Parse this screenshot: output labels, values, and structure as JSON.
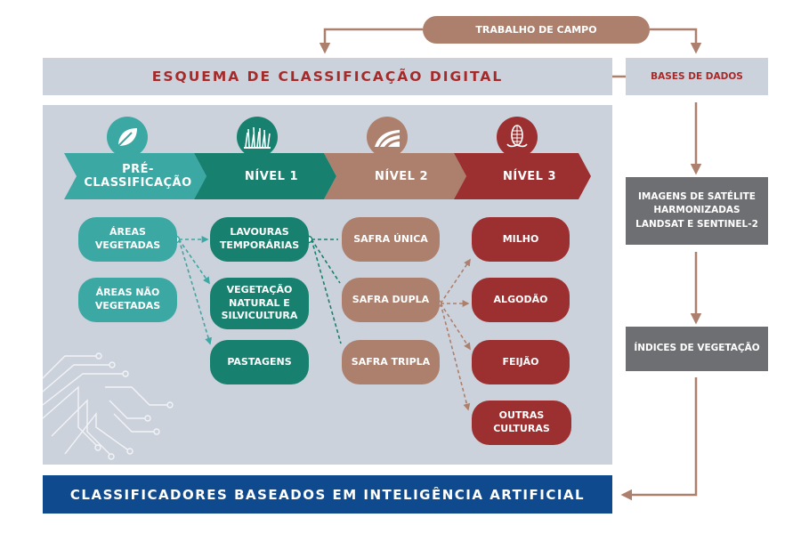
{
  "field_work": "TRABALHO DE CAMPO",
  "title": "ESQUEMA DE CLASSIFICAÇÃO DIGITAL",
  "databases": "BASES DE DADOS",
  "satellite": [
    "IMAGENS DE SATÉLITE",
    "HARMONIZADAS",
    "LANDSAT E SENTINEL-2"
  ],
  "indices": "ÍNDICES DE VEGETAÇÃO",
  "bottom": "CLASSIFICADORES BASEADOS EM INTELIGÊNCIA ARTIFICIAL",
  "levels": [
    {
      "label": "PRÉ-CLASSIFICAÇÃO",
      "icon": "leaf-icon",
      "color": "#3ba8a3"
    },
    {
      "label": "NÍVEL 1",
      "icon": "grass-icon",
      "color": "#18806f"
    },
    {
      "label": "NÍVEL 2",
      "icon": "field-icon",
      "color": "#ac806d"
    },
    {
      "label": "NÍVEL 3",
      "icon": "corn-icon",
      "color": "#9c2f2f"
    }
  ],
  "pre": {
    "vegetated": "ÁREAS VEGETADAS",
    "non_vegetated": [
      "ÁREAS NÃO",
      "VEGETADAS"
    ]
  },
  "n1": {
    "temporary": [
      "LAVOURAS",
      "TEMPORÁRIAS"
    ],
    "natural": [
      "VEGETAÇÃO",
      "NATURAL E",
      "SILVICULTURA"
    ],
    "pasture": "PASTAGENS"
  },
  "n2": {
    "single": "SAFRA ÚNICA",
    "double": "SAFRA DUPLA",
    "triple": "SAFRA TRIPLA"
  },
  "n3": {
    "corn": "MILHO",
    "cotton": "ALGODÃO",
    "beans": "FEIJÃO",
    "others": "OUTRAS CULTURAS"
  },
  "colors": {
    "arrow_brown": "#ac806d",
    "title_red": "#a52a2a",
    "panel_gray": "#ccd2dc",
    "side_gray": "#6e6f72",
    "bottom_blue": "#0f4a8e"
  }
}
